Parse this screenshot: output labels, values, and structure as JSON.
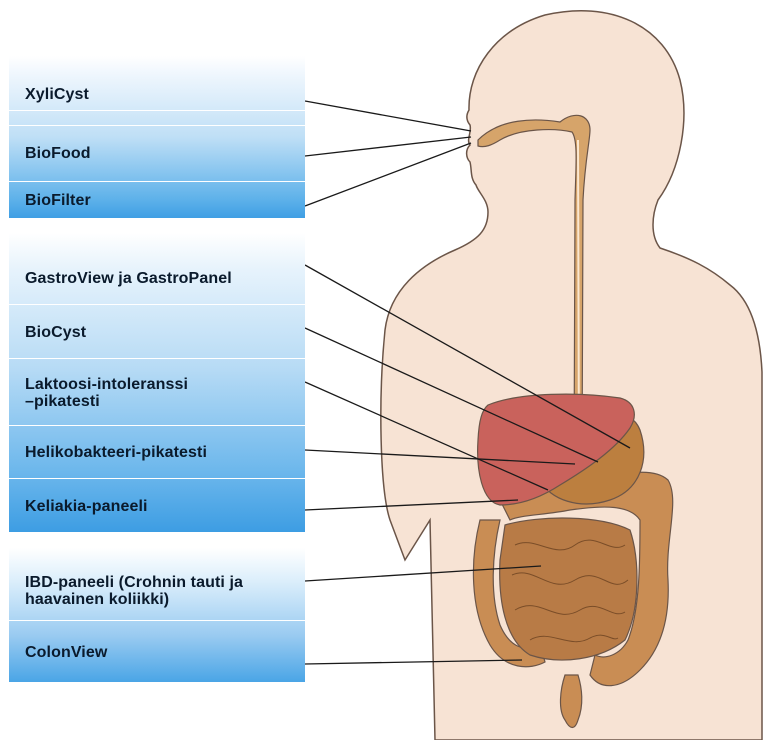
{
  "groups": [
    {
      "labels": [
        "XyliCyst",
        "BioFood",
        "BioFilter"
      ]
    },
    {
      "labels": [
        "GastroView ja GastroPanel",
        "BioCyst",
        "Laktoosi-intoleranssi\n–pikatesti",
        "Helikobakteeri-pikatesti",
        "Keliakia-paneeli"
      ]
    },
    {
      "labels": [
        "IBD-paneeli (Crohnin tauti ja\nhaavainen koliikki)",
        "ColonView"
      ]
    }
  ],
  "colors": {
    "skin": "#f7e3d4",
    "skin_outline": "#6b5548",
    "liver": "#c9625c",
    "stomach": "#bc7f3f",
    "intestine": "#c58a52",
    "leader_line": "#1a1a1a"
  }
}
